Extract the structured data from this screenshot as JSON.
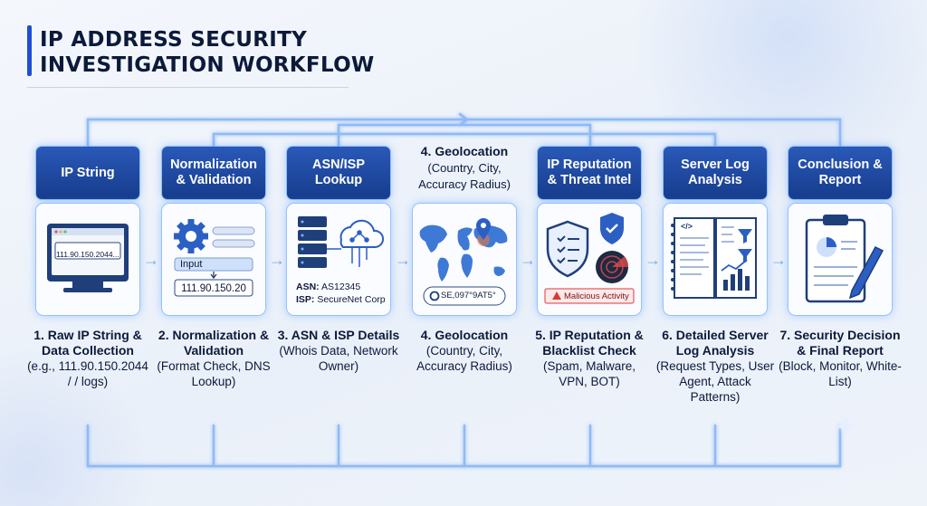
{
  "title": {
    "line1": "IP ADDRESS SECURITY",
    "line2": "INVESTIGATION WORKFLOW"
  },
  "steps": [
    {
      "header": "IP String",
      "caption_title": "1. Raw IP String & Data Collection",
      "caption_detail": "(e.g., 111.90.150.2044 / / logs)",
      "card_text": "111.90.150.2044..."
    },
    {
      "header": "Normalization & Validation",
      "caption_title": "2. Normalization & Validation",
      "caption_detail": "(Format Check, DNS Lookup)",
      "card_input_label": "Input",
      "card_text": "111.90.150.20"
    },
    {
      "header": "ASN/ISP Lookup",
      "caption_title": "3. ASN & ISP Details",
      "caption_detail": "(Whois Data, Network Owner)",
      "card_asn_label": "ASN:",
      "card_asn_value": "AS12345",
      "card_isp_label": "ISP:",
      "card_isp_value": "SecureNet Corp"
    },
    {
      "header_title": "4. Geolocation",
      "header_detail": "(Country, City, Accuracy Radius)",
      "caption_title": "4. Geolocation",
      "caption_detail": "(Country, City, Accuracy Radius)",
      "card_text": "SE,097°9AT5°"
    },
    {
      "header": "IP Reputation & Threat Intel",
      "caption_title": "5. IP Reputation & Blacklist Check",
      "caption_detail": "(Spam, Malware, VPN, BOT)",
      "card_alert": "Malicious Activity"
    },
    {
      "header": "Server Log Analysis",
      "caption_title": "6. Detailed Server Log Analysis",
      "caption_detail": "(Request Types, User Agent, Attack Patterns)",
      "card_code": "</>"
    },
    {
      "header": "Conclusion & Report",
      "caption_title": "7. Security Decision & Final Report",
      "caption_detail": "(Block, Monitor, White-List)"
    }
  ],
  "colors": {
    "accent": "#1d4fd6",
    "header_top": "#2a59b8",
    "header_bottom": "#163c8c",
    "glow": "#5aa0ff",
    "alert_red": "#d83a3a"
  }
}
